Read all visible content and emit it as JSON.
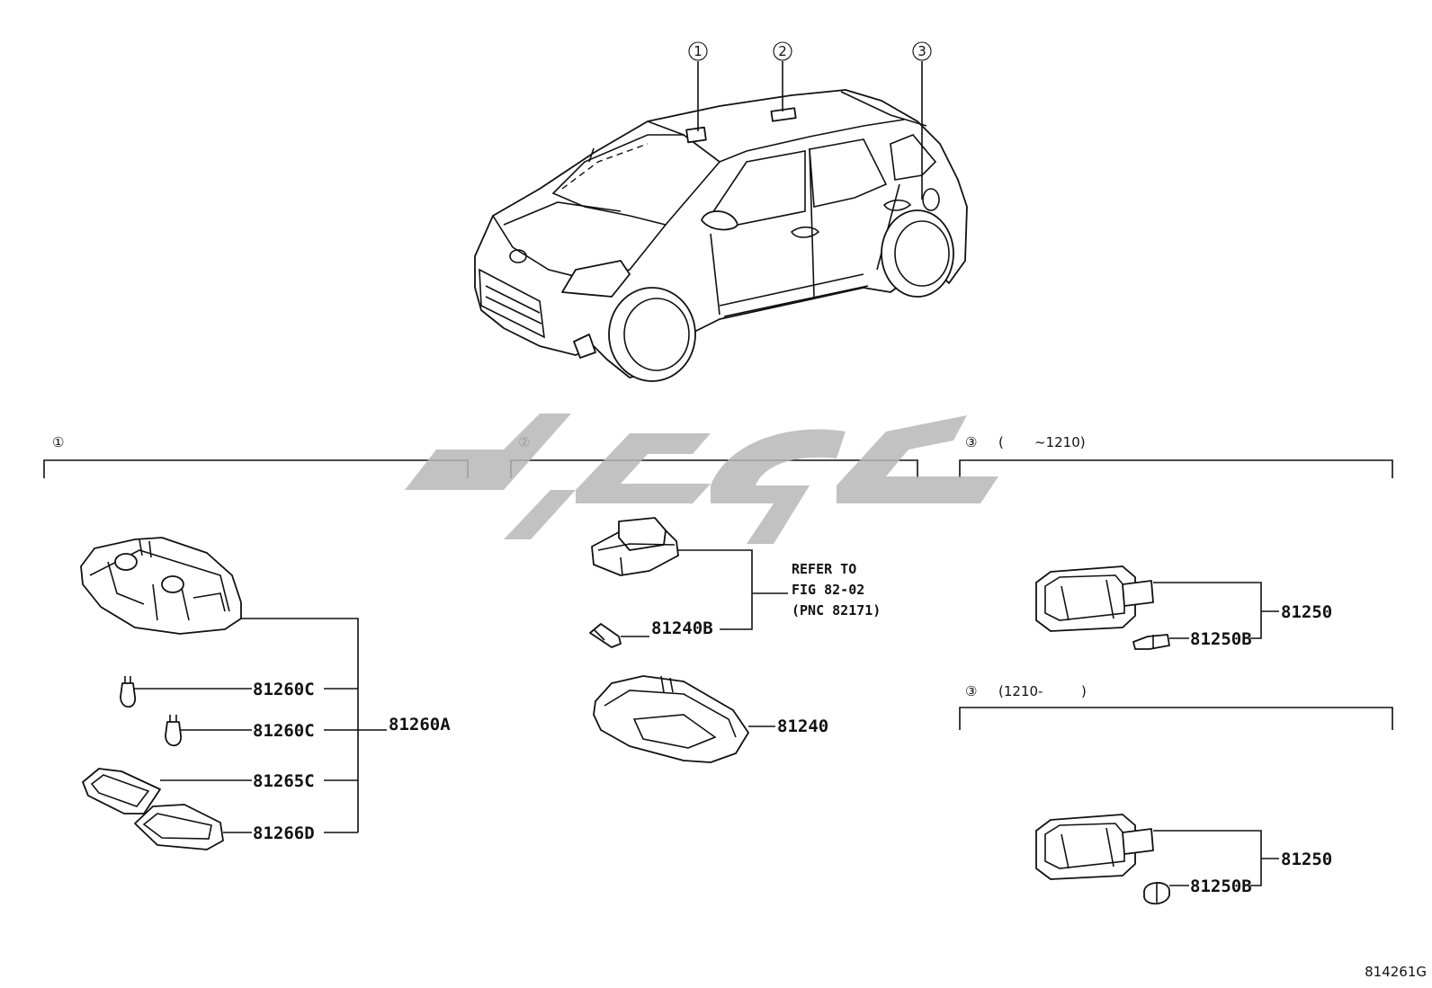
{
  "figure_code": "814261G",
  "car": {
    "callouts": [
      {
        "id": "1",
        "symbol": "①"
      },
      {
        "id": "2",
        "symbol": "②"
      },
      {
        "id": "3",
        "symbol": "③"
      }
    ]
  },
  "sections": [
    {
      "symbol": "①",
      "range": ""
    },
    {
      "symbol": "②",
      "range": ""
    },
    {
      "symbol": "③",
      "range_open": "(",
      "range_value": "~1210)"
    },
    {
      "symbol": "③",
      "range_open": "(1210-",
      "range_value": ")"
    }
  ],
  "parts": {
    "p81260A": "81260A",
    "p81260C_1": "81260C",
    "p81260C_2": "81260C",
    "p81265C": "81265C",
    "p81266D": "81266D",
    "p81240B": "81240B",
    "p81240": "81240",
    "p81250_top": "81250",
    "p81250B_top": "81250B",
    "p81250_bot": "81250",
    "p81250B_bot": "81250B"
  },
  "refer_note": {
    "line1": "REFER TO",
    "line2": "FIG 82-02",
    "line3": "(PNC 82171)"
  },
  "watermark": {
    "color": "#b7b7b7"
  }
}
